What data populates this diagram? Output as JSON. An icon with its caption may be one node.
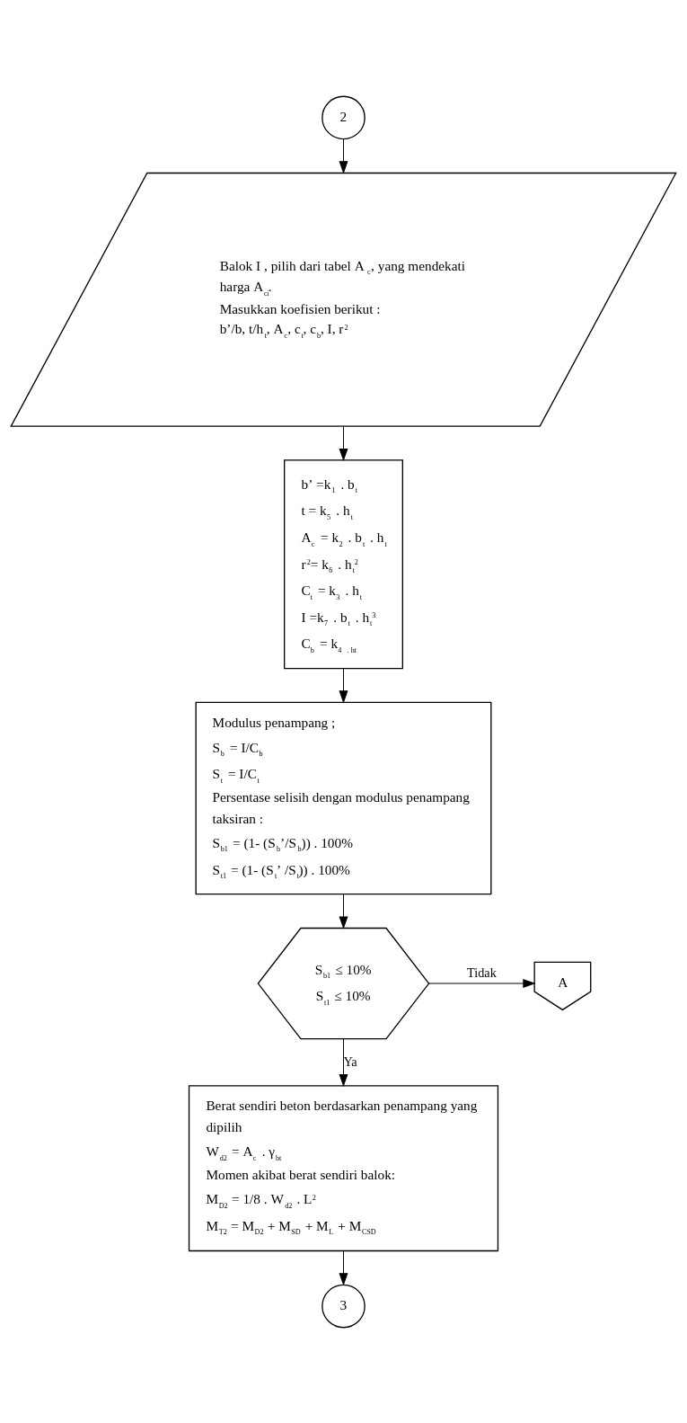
{
  "diagram": {
    "nodes": [
      {
        "text": [
          "2"
        ]
      },
      {
        "text": [
          "Balok I , pilih dari tabel A$_{c}$, yang mendekati harga A$_{ci}$.",
          "Masukkan koefisien berikut :",
          "b’/b, t/h$_{t}$, A$_{c}$, c$_{t}$, c$_{b}$, I, r$^{2}$"
        ]
      },
      {
        "text": [
          "b’ =k$_{1}$ . b$_{t}$",
          "t = k$_{5}$ . h$_{t}$",
          "A$_{c}$ = k$_{2}$ . b$_{t}$ . h$_{t}$",
          "r$^{2}$= k$_{6}$ . h$_{t}$$^{2}$",
          "C$_{t}$ = k$_{3}$ . h$_{t}$",
          "I =k$_{7}$ . b$_{t}$ . h$_{t}$$^{3}$",
          "C$_{b}$ = k$_{4}$ $_{. ht}$"
        ]
      },
      {
        "text": [
          "Modulus penampang ;",
          "S$_{b}$ = I/C$_{b}$",
          "S$_{t}$ = I/C$_{t}$",
          "Persentase selisih dengan modulus penampang taksiran :",
          "S$_{b1}$ = (1- (S$_{b}$’/S$_{b}$)) . 100%",
          "S$_{t1}$ = (1- (S$_{t}$’ /S$_{t}$)) . 100%"
        ]
      },
      {
        "text": [
          "S$_{b1}$ ≤ 10%",
          "S$_{t1}$ ≤ 10%"
        ]
      },
      {
        "text": [
          "A"
        ]
      },
      {
        "text": [
          "Berat sendiri beton berdasarkan penampang yang dipilih",
          "W$_{d2}$ = A$_{c}$ . γ$_{bt}$",
          "Momen akibat berat sendiri balok:",
          "M$_{D2}$ = 1/8 . W$_{d2}$ . L$^{2}$",
          "M$_{T2}$ = M$_{D2}$ + M$_{SD}$ + M$_{L}$ + M$_{CSD}$"
        ]
      },
      {
        "text": [
          "3"
        ]
      }
    ],
    "edges": [
      {
        "from": 0,
        "to": 1,
        "arrow": "to"
      },
      {
        "from": 1,
        "to": 2,
        "arrow": "to"
      },
      {
        "from": 2,
        "to": 3,
        "arrow": "to"
      },
      {
        "from": 3,
        "to": 4,
        "arrow": "to"
      },
      {
        "from": 4,
        "to": 5,
        "arrow": "to",
        "label": "Tidak"
      },
      {
        "from": 4,
        "to": 6,
        "arrow": "to",
        "label": "Ya"
      },
      {
        "from": 6,
        "to": 7,
        "arrow": "to"
      }
    ]
  }
}
